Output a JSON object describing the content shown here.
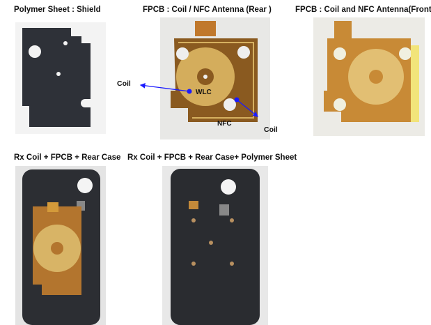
{
  "captions": {
    "shield": "Polymer Sheet : Shield",
    "rear": "FPCB : Coil / NFC Antenna (Rear )",
    "front": "FPCB : Coil and NFC Antenna(Front)",
    "rx_case": "Rx Coil + FPCB + Rear Case",
    "rx_case_sheet": "Rx Coil + FPCB + Rear Case+ Polymer Sheet"
  },
  "annotations": {
    "coil_left": "Coil",
    "wlc": "WLC",
    "nfc": "NFC",
    "coil_right": "Coil"
  },
  "colors": {
    "arrow": "#1a1aff",
    "fpcb": "#b5702a",
    "coil": "#d9b56a",
    "shield": "#2e3138"
  }
}
